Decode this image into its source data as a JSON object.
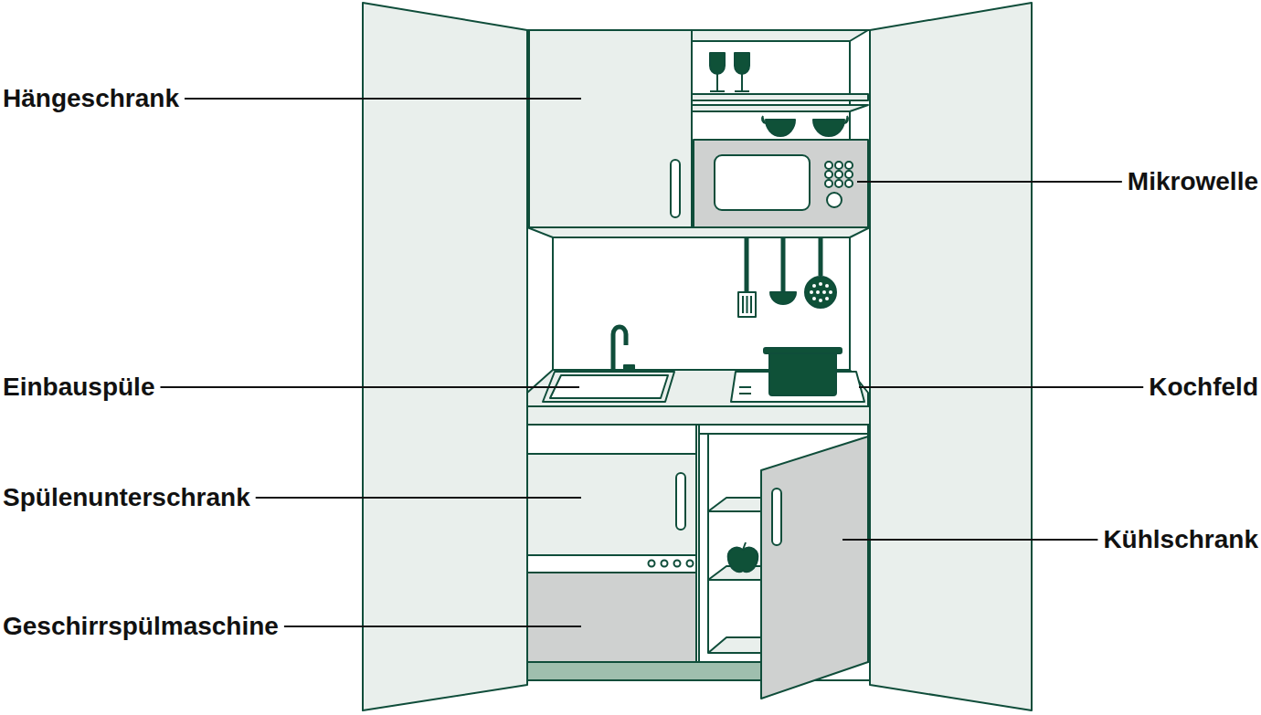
{
  "diagram": {
    "labels": [
      "Hängeschrank",
      "Mikrowelle",
      "Einbauspüle",
      "Kochfeld",
      "Spülenunterschrank",
      "Kühlschrank",
      "Geschirrspülmaschine"
    ]
  }
}
